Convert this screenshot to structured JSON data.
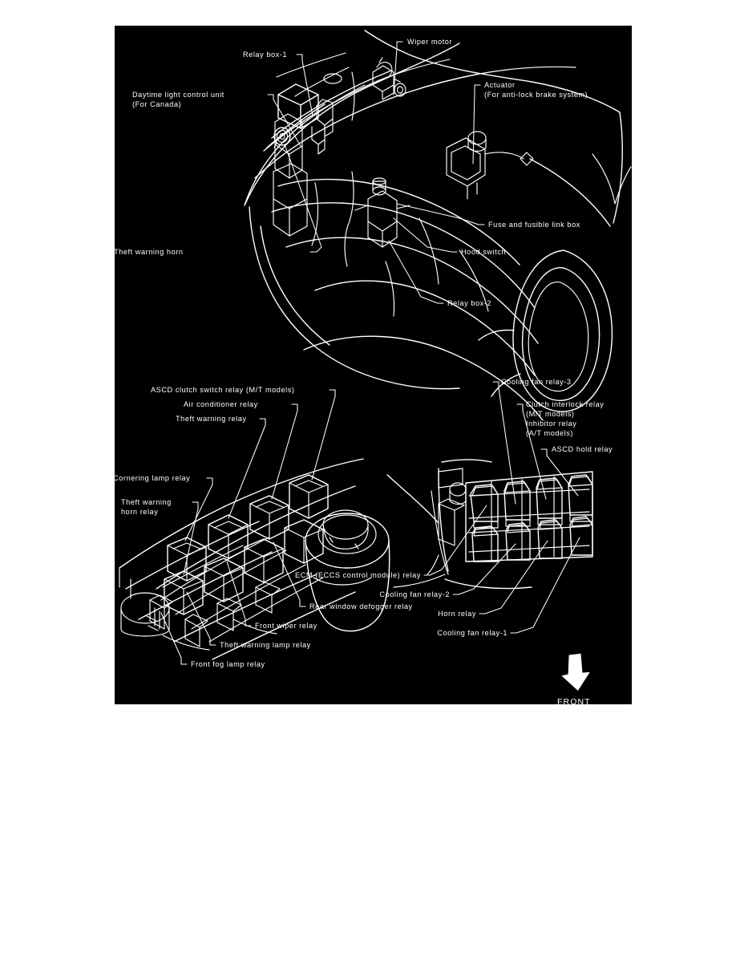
{
  "document": {
    "background_color": "#ffffff",
    "panel_color": "#000000",
    "line_color": "#ffffff"
  },
  "figures": {
    "engine_compartment": {
      "name": "Engine compartment component location",
      "labels": [
        {
          "id": "daytime-light-control-unit",
          "line1": "Daytime light control unit",
          "line2": "(For Canada)"
        },
        {
          "id": "relay-box-1",
          "line1": "Relay box-1",
          "line2": ""
        },
        {
          "id": "wiper-motor",
          "line1": "Wiper motor",
          "line2": ""
        },
        {
          "id": "actuator-abs",
          "line1": "Actuator",
          "line2": "(For anti-lock brake system)"
        },
        {
          "id": "fuse-and-fusible-link-box",
          "line1": "Fuse and fusible link box",
          "line2": ""
        },
        {
          "id": "hood-switch",
          "line1": "Hood switch",
          "line2": ""
        },
        {
          "id": "relay-box-2",
          "line1": "Relay box-2",
          "line2": ""
        },
        {
          "id": "theft-warning-horn",
          "line1": "Theft warning horn",
          "line2": ""
        }
      ]
    },
    "relay_box_1_detail": {
      "name": "Relay box-1 detail",
      "labels": [
        {
          "id": "ascd-clutch-switch-relay",
          "text": "ASCD clutch switch relay (M/T models)"
        },
        {
          "id": "air-conditioner-relay",
          "text": "Air conditioner relay"
        },
        {
          "id": "theft-warning-relay",
          "text": "Theft warning relay"
        },
        {
          "id": "cornering-lamp-relay",
          "text": "Cornering lamp relay"
        },
        {
          "id": "theft-warning-horn-relay-l1",
          "text": "Theft warning"
        },
        {
          "id": "theft-warning-horn-relay-l2",
          "text": "horn relay"
        },
        {
          "id": "rear-window-defogger-relay",
          "text": "Rear window defogger relay"
        },
        {
          "id": "front-wiper-relay",
          "text": "Front wiper relay"
        },
        {
          "id": "theft-warning-lamp-relay",
          "text": "Theft warning lamp relay"
        },
        {
          "id": "front-fog-lamp-relay",
          "text": "Front fog lamp relay"
        }
      ]
    },
    "relay_box_2_detail": {
      "name": "Relay box-2 detail",
      "labels": [
        {
          "id": "cooling-fan-relay-3",
          "text": "Cooling fan relay-3"
        },
        {
          "id": "clutch-interlock-relay",
          "text": "Clutch interlock relay"
        },
        {
          "id": "clutch-interlock-relay-note",
          "text": "(M/T models)"
        },
        {
          "id": "inhibitor-relay",
          "text": "Inhibitor relay"
        },
        {
          "id": "inhibitor-relay-note",
          "text": "(A/T models)"
        },
        {
          "id": "ascd-hold-relay",
          "text": "ASCD hold relay"
        },
        {
          "id": "ecm-relay",
          "text": "ECM (ECCS control module) relay"
        },
        {
          "id": "cooling-fan-relay-2",
          "text": "Cooling fan relay-2"
        },
        {
          "id": "horn-relay",
          "text": "Horn relay"
        },
        {
          "id": "cooling-fan-relay-1",
          "text": "Cooling fan relay-1"
        }
      ],
      "direction_marker": {
        "id": "front-direction-arrow",
        "label": "FRONT",
        "icon": "down-arrow-icon"
      }
    }
  }
}
